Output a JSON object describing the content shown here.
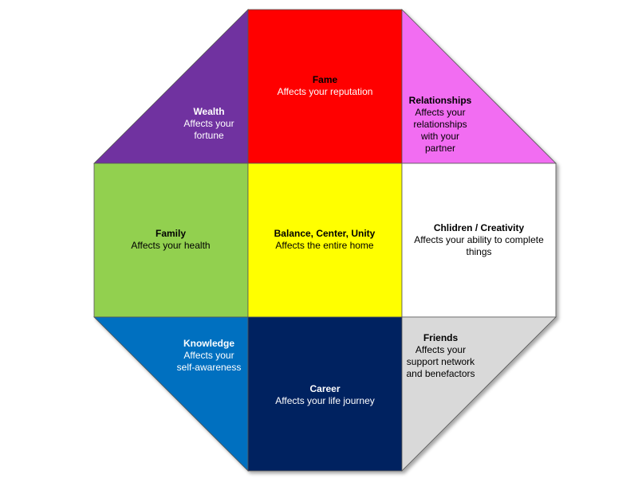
{
  "colors": {
    "wealth": "#7030a0",
    "fame": "#ff0000",
    "relationships": "#f26df2",
    "family": "#92d050",
    "center": "#ffff00",
    "children": "#ffffff",
    "knowledge": "#0070c0",
    "career": "#002060",
    "friends": "#d9d9d9",
    "border": "#555555"
  },
  "sections": {
    "wealth": {
      "title": "Wealth",
      "desc": "Affects your\nfortune"
    },
    "fame": {
      "title": "Fame",
      "desc": "Affects your reputation"
    },
    "relationships": {
      "title": "Relationships",
      "desc": "Affects your\nrelationships\nwith your\npartner"
    },
    "family": {
      "title": "Family",
      "desc": "Affects your health"
    },
    "center": {
      "title": "Balance, Center, Unity",
      "desc": "Affects the entire home"
    },
    "children": {
      "title": "Chlidren / Creativity",
      "desc": "Affects your ability to complete\nthings"
    },
    "knowledge": {
      "title": "Knowledge",
      "desc": "Affects your\nself-awareness"
    },
    "career": {
      "title": "Career",
      "desc": "Affects your life journey"
    },
    "friends": {
      "title": "Friends",
      "desc": "Affects your\nsupport network\nand benefactors"
    }
  }
}
